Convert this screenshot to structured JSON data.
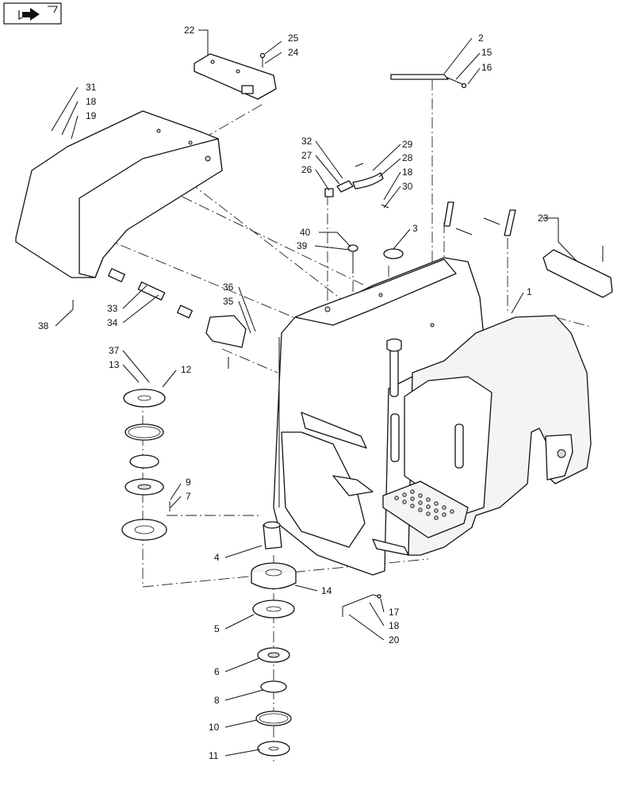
{
  "nav_icon": "book-arrow-icon",
  "callouts": [
    {
      "id": "c1",
      "text": "1"
    },
    {
      "id": "c2",
      "text": "2"
    },
    {
      "id": "c3",
      "text": "3"
    },
    {
      "id": "c4",
      "text": "4"
    },
    {
      "id": "c5",
      "text": "5"
    },
    {
      "id": "c6",
      "text": "6"
    },
    {
      "id": "c7",
      "text": "7"
    },
    {
      "id": "c8",
      "text": "8"
    },
    {
      "id": "c9",
      "text": "9"
    },
    {
      "id": "c10",
      "text": "10"
    },
    {
      "id": "c11",
      "text": "11"
    },
    {
      "id": "c12",
      "text": "12"
    },
    {
      "id": "c13",
      "text": "13"
    },
    {
      "id": "c14",
      "text": "14"
    },
    {
      "id": "c15",
      "text": "15"
    },
    {
      "id": "c16",
      "text": "16"
    },
    {
      "id": "c17",
      "text": "17"
    },
    {
      "id": "c18a",
      "text": "18"
    },
    {
      "id": "c18b",
      "text": "18"
    },
    {
      "id": "c18c",
      "text": "18"
    },
    {
      "id": "c19",
      "text": "19"
    },
    {
      "id": "c20",
      "text": "20"
    },
    {
      "id": "c22",
      "text": "22"
    },
    {
      "id": "c23",
      "text": "23"
    },
    {
      "id": "c24",
      "text": "24"
    },
    {
      "id": "c25",
      "text": "25"
    },
    {
      "id": "c26",
      "text": "26"
    },
    {
      "id": "c27",
      "text": "27"
    },
    {
      "id": "c28",
      "text": "28"
    },
    {
      "id": "c29",
      "text": "29"
    },
    {
      "id": "c30",
      "text": "30"
    },
    {
      "id": "c31",
      "text": "31"
    },
    {
      "id": "c32",
      "text": "32"
    },
    {
      "id": "c33",
      "text": "33"
    },
    {
      "id": "c34",
      "text": "34"
    },
    {
      "id": "c35",
      "text": "35"
    },
    {
      "id": "c36",
      "text": "36"
    },
    {
      "id": "c37",
      "text": "37"
    },
    {
      "id": "c38",
      "text": "38"
    },
    {
      "id": "c39",
      "text": "39"
    },
    {
      "id": "c40",
      "text": "40"
    }
  ]
}
